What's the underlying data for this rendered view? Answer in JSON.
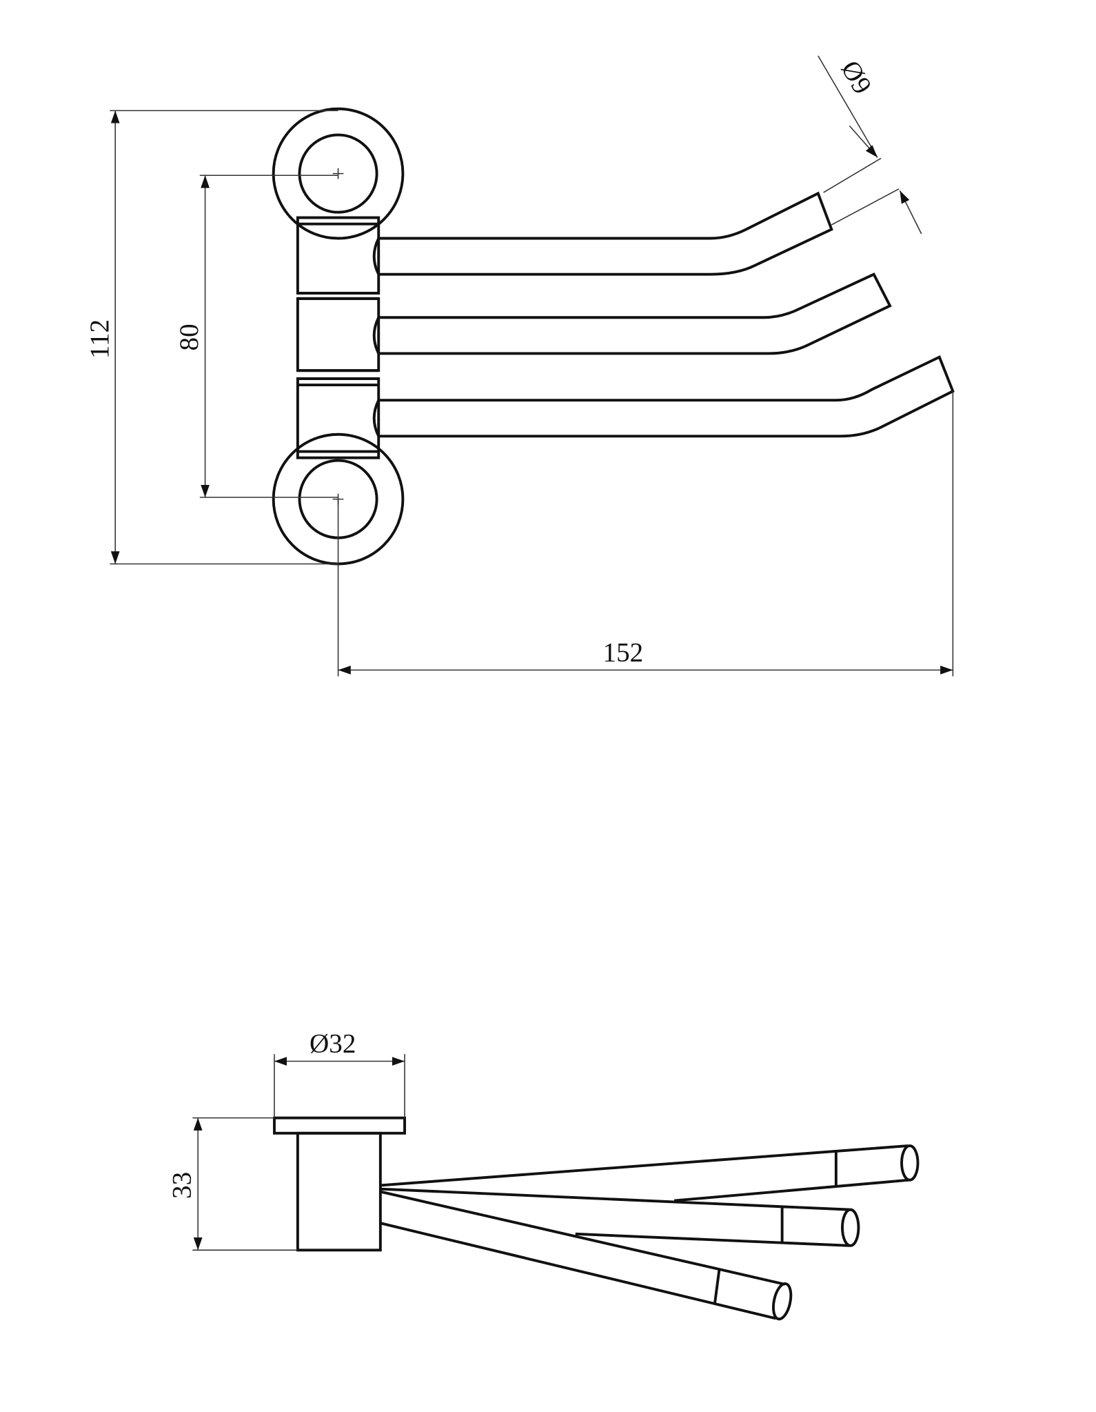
{
  "top_view": {
    "dim_overall_height": "112",
    "dim_hole_spacing": "80",
    "dim_overall_length": "152",
    "dim_arm_diameter": "Ø9"
  },
  "side_view": {
    "dim_base_diameter": "Ø32",
    "dim_depth": "33"
  },
  "colors": {
    "line": "#111111",
    "background": "#ffffff"
  }
}
